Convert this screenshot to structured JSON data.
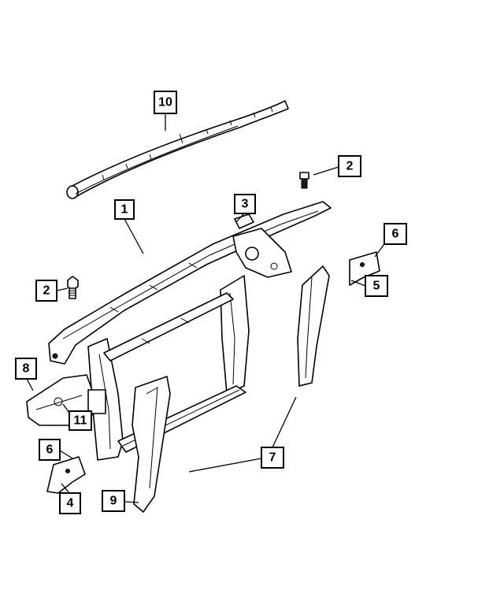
{
  "callouts": {
    "c1": "1",
    "c2a": "2",
    "c2b": "2",
    "c3": "3",
    "c4": "4",
    "c5": "5",
    "c6a": "6",
    "c6b": "6",
    "c7": "7",
    "c8": "8",
    "c9": "9",
    "c10": "10",
    "c11": "11"
  },
  "colors": {
    "line": "#000000",
    "background": "#ffffff"
  }
}
